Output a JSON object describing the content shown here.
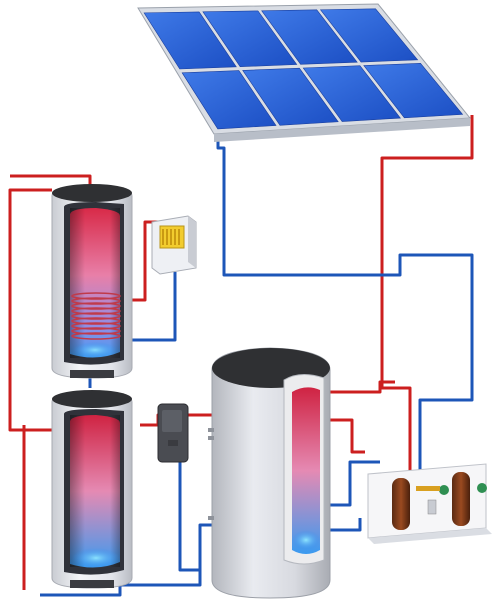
{
  "diagram": {
    "components": [
      {
        "id": "solar-collector-array",
        "kind": "solar-panel",
        "panel_count": 8
      },
      {
        "id": "upper-storage-tank",
        "kind": "hot-water-tank",
        "heat_exchanger_coil": true
      },
      {
        "id": "lower-storage-tank",
        "kind": "hot-water-tank",
        "heat_exchanger_coil": false
      },
      {
        "id": "buffer-tank",
        "kind": "insulated-buffer-tank",
        "cutaway": true
      },
      {
        "id": "boiler-control-unit",
        "kind": "wall-mounted-controller"
      },
      {
        "id": "electronic-controller",
        "kind": "control-box",
        "color": "yellow"
      },
      {
        "id": "pump-station",
        "kind": "pump-station",
        "pumps": 2
      }
    ],
    "pipe_colors": {
      "hot": "#cc1f1f",
      "cold": "#1d56b8"
    },
    "colors": {
      "panel_cell": "#2b63d6",
      "panel_frame": "#d9dde4",
      "tank_shell": "#e9ebf0",
      "tank_cap": "#2f3033",
      "controller_display": "#f2cc2e"
    }
  }
}
